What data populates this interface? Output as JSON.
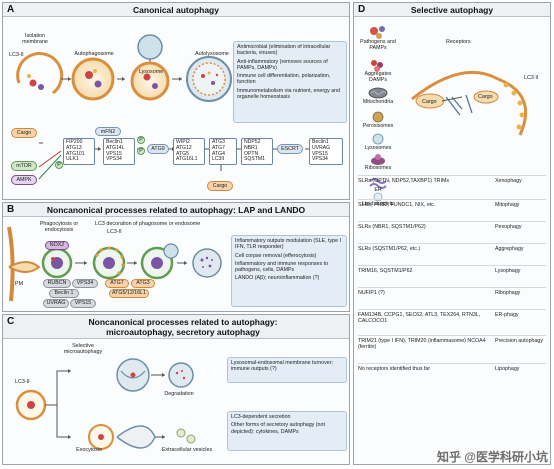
{
  "panelA": {
    "letter": "A",
    "title": "Canonical autophagy",
    "labels": {
      "isolation_membrane": "Isolation membrane",
      "lc3ii": "LC3-II",
      "autophagosome": "Autophagosome",
      "lysosome": "Lysosome",
      "autolysosome": "Autolysosome"
    },
    "functions": [
      "Antimicrobial (elimination of intracellular bacteria, viruses)",
      "Anti-inflammatory (removes sources of PAMPs, DAMPs)",
      "Immune cell differentiation, polarization, function",
      "Immunometabolism via nutrient, energy and organelle homeostasis"
    ],
    "pathway": {
      "cargo_top": "Cargo",
      "mtor": "mTOR",
      "ampk": "AMPK",
      "mfn2": "mFN2",
      "ulk_complex": [
        "FIP200",
        "ATG13",
        "ATG101",
        "ULK1"
      ],
      "vps34_complex": [
        "Beclin1",
        "ATG14L",
        "VPS15",
        "VPS34"
      ],
      "p1": "P",
      "p2": "P",
      "p3": "P",
      "atg9": "ATG9",
      "wipi_complex": [
        "WIPI2",
        "ATG12",
        "ATG5",
        "ATG16L1"
      ],
      "atg_complex": [
        "ATG3",
        "ATG7",
        "ATG4",
        "LC3II"
      ],
      "receptors": [
        "NDP52",
        "NBR1",
        "OPTN",
        "SQSTM1"
      ],
      "escrt": "ESCRT",
      "uvrag_complex": [
        "Beclin1",
        "UVRAG",
        "VPS15",
        "VPS34"
      ],
      "cargo_bottom": "Cargo"
    }
  },
  "panelB": {
    "letter": "B",
    "title": "Noncanonical processes related to autophagy: LAP and LANDO",
    "labels": {
      "phago": "Phagocytosis or endocytosis",
      "decoration": "LC3 decoration of phagosome or endosome",
      "lc3ii": "LC3-II",
      "nox2": "NOX2",
      "pm": "PM",
      "rubcn": "RUBCN",
      "vps34": "VPS34",
      "beclin": "Beclin 1",
      "uvrag": "UVRAG",
      "vps15": "VPS15",
      "atg7": "ATG7",
      "atg3": "ATG3",
      "atg5": "ATG5/12/16L1"
    },
    "functions": [
      "Inflammatory outputs modulation (SLE, type I IFN, TLR responder)",
      "Cell corpse removal (efferocytosis)",
      "Inflammatory and immune responses to pathogens, cells, DAMPs",
      "LANDO (Aβ); neuroinflammation (?)"
    ]
  },
  "panelC": {
    "letter": "C",
    "title_line1": "Noncanonical processes related to autophagy:",
    "title_line2": "microautophagy, secretory autophagy",
    "labels": {
      "lc3ii": "LC3-II",
      "micro": "Selective microautophagy",
      "degradation": "Degradation",
      "exocytosis": "Exocytosis",
      "vesicles": "Extracellular vesicles"
    },
    "box1": [
      "Lysosomal-endosomal membrane turnover; immune outputs (?)"
    ],
    "box2": [
      "LC3-dependent secretion",
      "Other forms of secretory autophagy (not depicted): cytokines, DAMPs"
    ]
  },
  "panelD": {
    "letter": "D",
    "title": "Selective autophagy",
    "legend": [
      "Pathogens and PAMPs",
      "Aggregates DAMPs",
      "Mitochondria",
      "Peroxisomes",
      "Lysosomes",
      "Ribosomes",
      "ER",
      "Lipid droplets"
    ],
    "diagram": {
      "receptors": "Receptors",
      "cargo1": "Cargo",
      "cargo2": "Cargo",
      "lc3ii": "LC3 II"
    },
    "rows": [
      {
        "receptors": "SLRs (OPTN, NDP52,TAXBP1) TRIMs",
        "type": "Xenophagy"
      },
      {
        "receptors": "SLRs, PHB2, FUNDC1, NIX, etc.",
        "type": "Mitophagy"
      },
      {
        "receptors": "SLRs (NBR1, SQSTM1/P62)",
        "type": "Pexophagy"
      },
      {
        "receptors": "SLRs (SQSTM1/P62, etc.)",
        "type": "Aggrephagy"
      },
      {
        "receptors": "TRIM16, SQSTM1/P62",
        "type": "Lysophagy"
      },
      {
        "receptors": "NUFIP1 (?)",
        "type": "Ribophagy"
      },
      {
        "receptors": "FAM134B, CCPG1, SEC62, ATL3, TEX264, RTN3L, CALCOCO1",
        "type": "ER-phagy"
      },
      {
        "receptors": "TRIM21 (type I IFN), TRIM20 (inflammasome) NCOA4 (ferritin)",
        "type": "Precision autophagy"
      },
      {
        "receptors": "No receptors identified thus far",
        "type": "Lipophagy"
      }
    ]
  },
  "watermark": "知乎 @医学科研小坑",
  "colors": {
    "accent": "#e9eef3",
    "orange": "#f7d2ab",
    "purple": "#7d4c99",
    "green": "#5e9d52"
  }
}
